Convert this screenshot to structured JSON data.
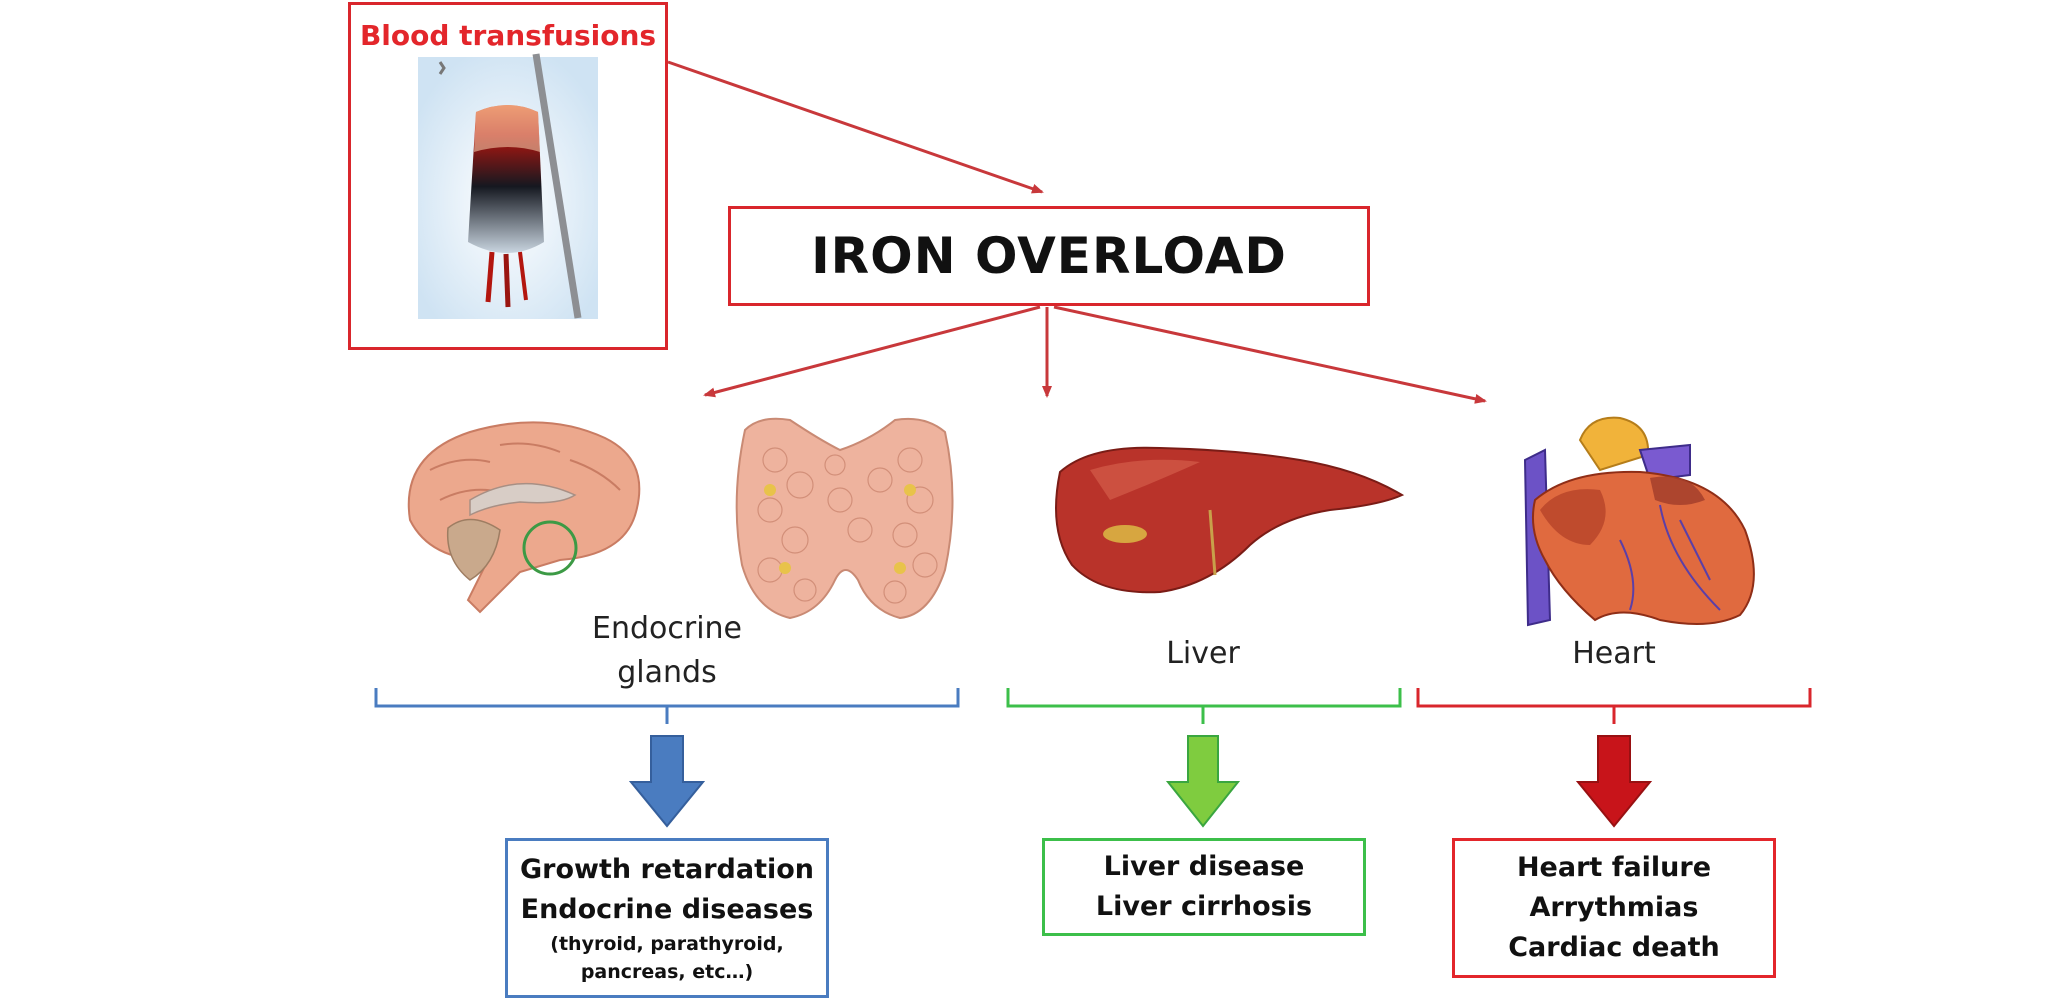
{
  "source": {
    "label": "Blood transfusions"
  },
  "center": {
    "title": "IRON OVERLOAD"
  },
  "organs": [
    {
      "label_line1": "Endocrine",
      "label_line2": "glands",
      "color": "#4a7cc0"
    },
    {
      "label_line1": "Liver",
      "label_line2": "",
      "color": "#3cbf4a"
    },
    {
      "label_line1": "Heart",
      "label_line2": "",
      "color": "#d9262c"
    }
  ],
  "outcomes": {
    "endocrine": {
      "lines": [
        "Growth retardation",
        "Endocrine diseases"
      ],
      "sub_lines": [
        "(thyroid, parathyroid,",
        "pancreas, etc…)"
      ]
    },
    "liver": {
      "lines": [
        "Liver disease",
        "Liver cirrhosis"
      ]
    },
    "heart": {
      "lines": [
        "Heart failure",
        "Arrythmias",
        "Cardiac death"
      ]
    }
  },
  "colors": {
    "arrow_red": "#c8383b",
    "endocrine_blue": "#4a7cc0",
    "liver_green": "#3cbf4a",
    "heart_red": "#c8141a"
  },
  "illustrations": [
    "blood-bag",
    "brain",
    "thyroid",
    "liver",
    "heart"
  ]
}
